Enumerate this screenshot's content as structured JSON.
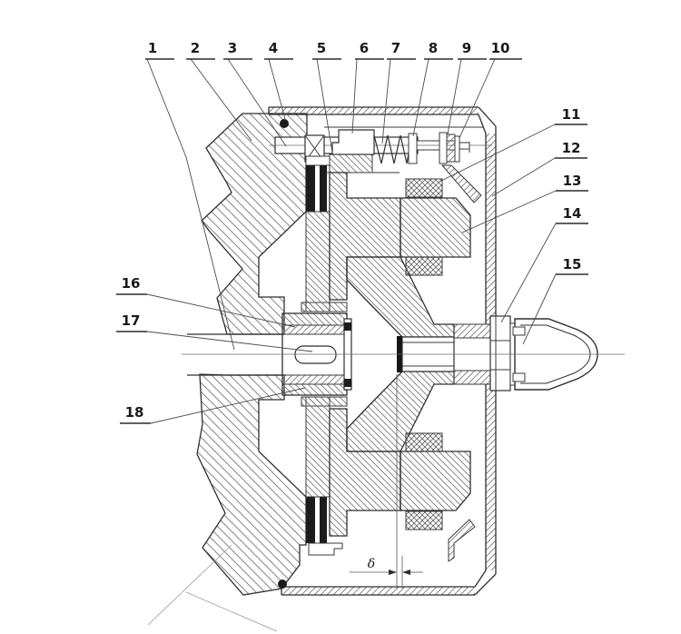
{
  "figure": {
    "type": "mechanical-cross-section",
    "description_visible_text_only": true,
    "colors": {
      "background": "#ffffff",
      "main_line": "#2f2f2f",
      "hatch": "#878787",
      "friction_pad_fill": "#1c1c1c"
    },
    "dimension": {
      "delta_label": "δ"
    },
    "callouts": [
      {
        "id": "1",
        "text": "1"
      },
      {
        "id": "2",
        "text": "2"
      },
      {
        "id": "3",
        "text": "3"
      },
      {
        "id": "4",
        "text": "4"
      },
      {
        "id": "5",
        "text": "5"
      },
      {
        "id": "6",
        "text": "6"
      },
      {
        "id": "7",
        "text": "7"
      },
      {
        "id": "8",
        "text": "8"
      },
      {
        "id": "9",
        "text": "9"
      },
      {
        "id": "10",
        "text": "10"
      },
      {
        "id": "11",
        "text": "11"
      },
      {
        "id": "12",
        "text": "12"
      },
      {
        "id": "13",
        "text": "13"
      },
      {
        "id": "14",
        "text": "14"
      },
      {
        "id": "15",
        "text": "15"
      },
      {
        "id": "16",
        "text": "16"
      },
      {
        "id": "17",
        "text": "17"
      },
      {
        "id": "18",
        "text": "18"
      }
    ]
  }
}
